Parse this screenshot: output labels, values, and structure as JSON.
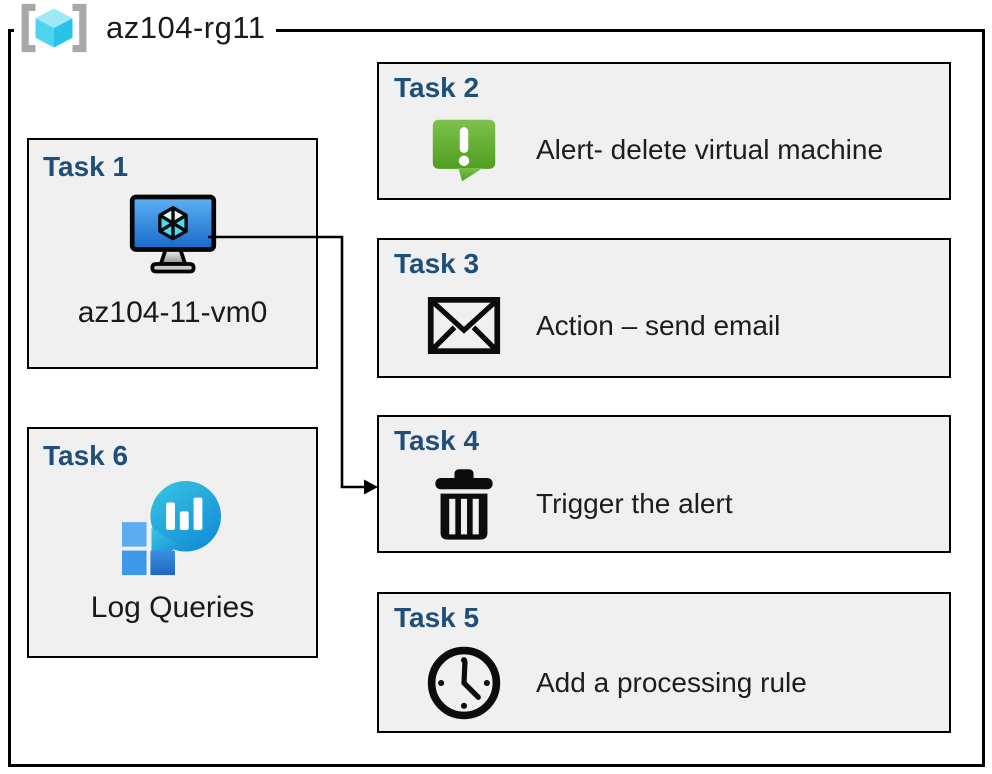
{
  "resource_group": {
    "name": "az104-rg11",
    "icon": "resource-group-icon"
  },
  "tasks": [
    {
      "title": "Task 1",
      "label": "az104-11-vm0",
      "icon": "virtual-machine-icon"
    },
    {
      "title": "Task 2",
      "label": "Alert- delete virtual machine",
      "icon": "alert-message-icon"
    },
    {
      "title": "Task 3",
      "label": "Action – send email",
      "icon": "email-envelope-icon"
    },
    {
      "title": "Task 4",
      "label": "Trigger the alert",
      "icon": "trash-delete-icon"
    },
    {
      "title": "Task 5",
      "label": "Add a processing rule",
      "icon": "clock-icon"
    },
    {
      "title": "Task 6",
      "label": "Log Queries",
      "icon": "log-queries-icon"
    }
  ],
  "connector": {
    "from": "Task 1",
    "to": "Task 4",
    "style": "elbow-arrow"
  },
  "colors": {
    "task_title_blue": "#1F4E79",
    "box_fill_gray": "#F0F0F0",
    "box_border": "#000000",
    "alert_green": "#6CB33E",
    "vm_screen_blue": "#2F83DB",
    "log_queries_teal": "#22A7DB",
    "log_squares_blue": "#3E97E9",
    "rg_cube_cyan": "#4FD4F0",
    "rg_bracket_gray": "#A8A8A8"
  }
}
